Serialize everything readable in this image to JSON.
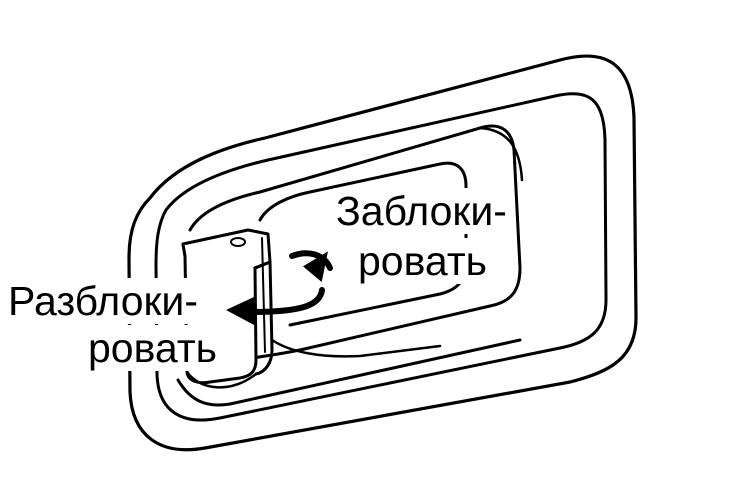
{
  "labels": {
    "lock_line1": "Заблоки-",
    "lock_line2": "ровать",
    "unlock_line1": "Разблоки-",
    "unlock_line2": "ровать"
  },
  "colors": {
    "line": "#000000",
    "fill": "#ffffff"
  },
  "icons": [
    "lock-arrow-icon",
    "unlock-arrow-icon"
  ]
}
